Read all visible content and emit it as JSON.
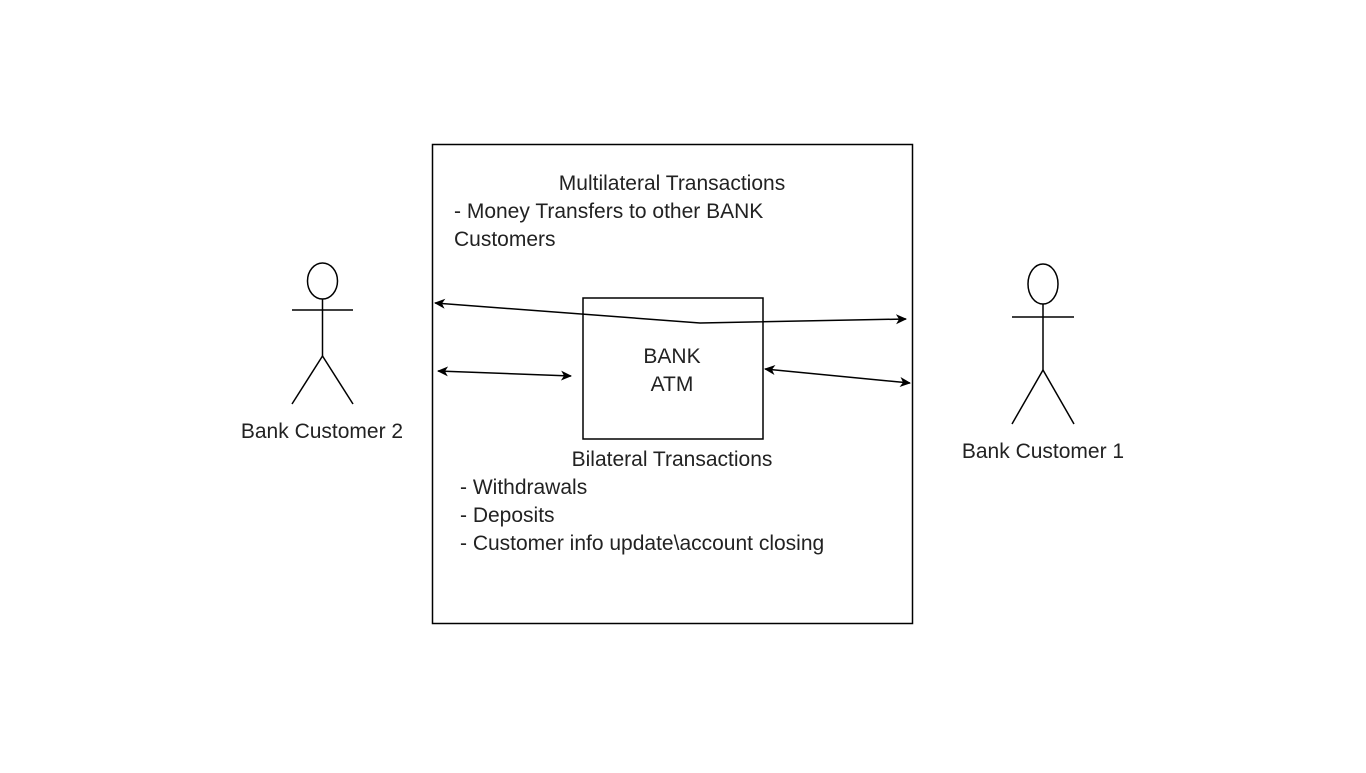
{
  "system_box": {
    "multilateral": {
      "title": "Multilateral Transactions",
      "lines": [
        "- Money Transfers to other BANK",
        "Customers"
      ]
    },
    "bilateral": {
      "title": "Bilateral Transactions",
      "lines": [
        "- Withdrawals",
        "- Deposits",
        "- Customer info update\\account closing"
      ]
    }
  },
  "atm": {
    "lines": [
      "BANK",
      "ATM"
    ]
  },
  "actors": [
    {
      "label": "Bank Customer 2"
    },
    {
      "label": "Bank Customer 1"
    }
  ],
  "colors": {
    "stroke": "#000000",
    "text": "#222222",
    "background": "#ffffff"
  }
}
